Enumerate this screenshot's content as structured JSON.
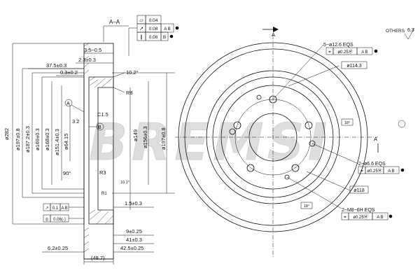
{
  "section": {
    "label": "A–A",
    "gdt": [
      {
        "sym": "▱",
        "val": "0.04",
        "refs": ""
      },
      {
        "sym": "↗",
        "val": "0.08",
        "refs": "A B"
      },
      {
        "sym": "∥",
        "val": "0.08",
        "refs": "B"
      }
    ],
    "dims": {
      "d_3_5": "3.5−0.5",
      "d_2_3": "2.3±0.3",
      "d_37_5": "37.5±0.3",
      "d_0_3": "0.3±0.2",
      "d_10_2": "10.2°",
      "d_r8": "R8",
      "d_c1_5": "C1.5",
      "d_3_2": "3.2",
      "d_90": "90°",
      "d_r3": "R3",
      "d_10_1": "10.1°",
      "d_r1": "R1",
      "d_1_5": "1.5±0.3",
      "d_9": "9±0.25",
      "d_41": "41±0.3",
      "d_42_5": "42.5±0.25",
      "d_6_2": "6.2±0.25",
      "d_48_7": "(48.7)",
      "d_phi282": "ø282",
      "d_phi197": "ø197±0.8",
      "d_phi187": "ø187.2±0.3",
      "d_phi169": "ø169±0.3",
      "d_phi168": "ø168±0.3",
      "d_phi151": "ø151.4±0.3",
      "d_phi64": "ø64.15",
      "d_phi149": "ø149",
      "d_phi156": "ø156±0.3",
      "d_phi197b": "ø197±0.8",
      "datum_a": "A",
      "datum_b": "B"
    },
    "gdt_bottom": [
      {
        "sym": "↗",
        "val": "0.1",
        "refs": "A B"
      },
      {
        "sym": "◎",
        "val": "0.06(-)",
        "refs": ""
      }
    ]
  },
  "front": {
    "section_mark": "A",
    "others": "OTHERS",
    "roughness": "6.3",
    "holes1": "5−ø12.6 EQS",
    "holes1_gdt": {
      "sym": "⌖",
      "val": "ø0.25Ⓜ",
      "refs": "A B"
    },
    "pcd1": "ø114.3",
    "angle1": "18°",
    "holes2": "2−ø6.6 EQS",
    "holes2_gdt": {
      "sym": "⌖",
      "val": "ø0.25Ⓜ",
      "refs": "A B"
    },
    "pcd2": "ø118",
    "angle2": "18°",
    "holes3": "2−M8−6H EQS",
    "holes3_gdt": {
      "sym": "⌖",
      "val": "ø0.25Ⓜ",
      "refs": "A B"
    }
  },
  "watermark": "BREMSI",
  "colors": {
    "line": "#111111",
    "watermark": "#dadada"
  }
}
